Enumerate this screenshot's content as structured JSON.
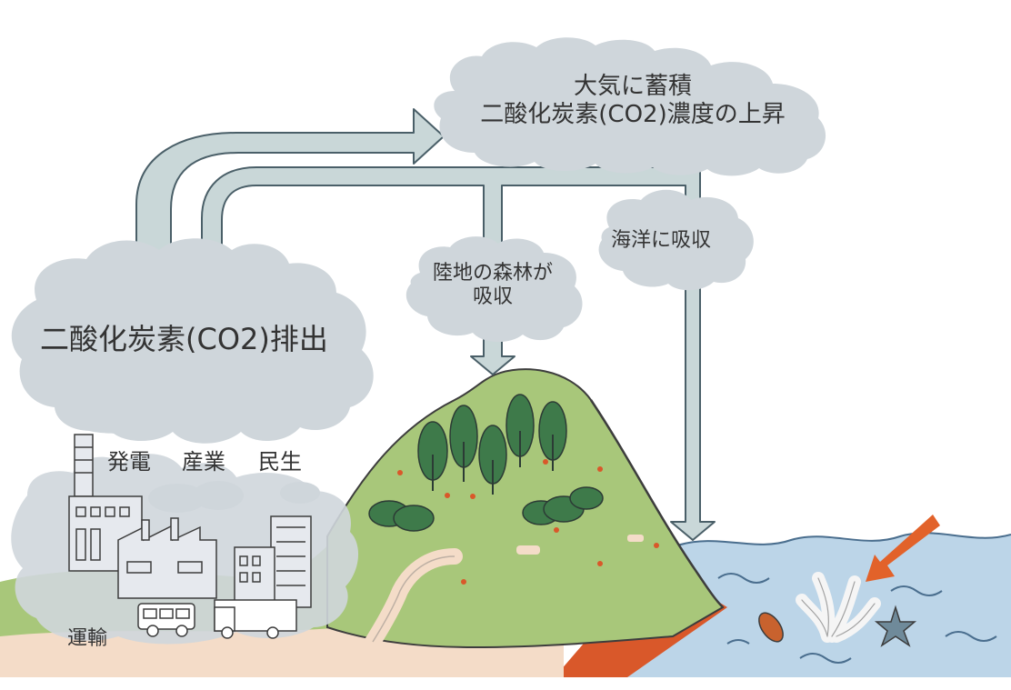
{
  "atmosphere": {
    "line1": "大気に蓄積",
    "line2": "二酸化炭素(CO2)濃度の上昇"
  },
  "emission": {
    "label": "二酸化炭素(CO2)排出"
  },
  "sources": {
    "power": "発電",
    "industry": "産業",
    "residential": "民生",
    "transport": "運輸"
  },
  "forest": {
    "line1": "陸地の森林が",
    "line2": "吸収"
  },
  "ocean": {
    "label": "海洋に吸収"
  },
  "colors": {
    "cloud": "#cfd6db",
    "arrow_fill": "#c9d7d8",
    "arrow_stroke": "#4a5f68",
    "hill": "#a8c77a",
    "tree": "#3e7a4a",
    "sea": "#bcd5e8",
    "soil": "#d9582a",
    "sand": "#f4dcc8",
    "building": "#e6e9ee"
  }
}
